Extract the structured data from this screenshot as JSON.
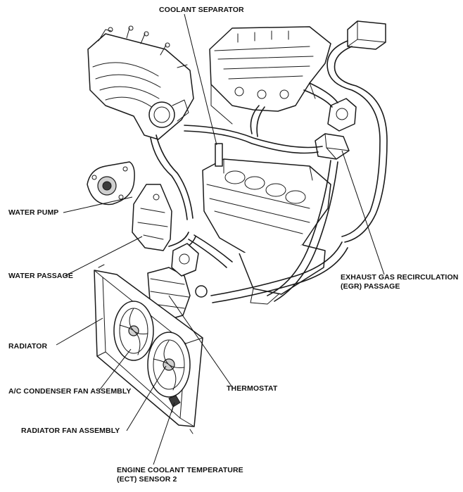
{
  "labels": {
    "coolant_separator": "COOLANT SEPARATOR",
    "water_pump": "WATER PUMP",
    "water_passage": "WATER PASSAGE",
    "radiator": "RADIATOR",
    "ac_condenser_fan": "A/C CONDENSER FAN ASSEMBLY",
    "thermostat": "THERMOSTAT",
    "radiator_fan": "RADIATOR FAN ASSEMBLY",
    "ect_sensor_line1": "ENGINE COOLANT TEMPERATURE",
    "ect_sensor_line2": "(ECT) SENSOR 2",
    "egr_line1": "EXHAUST GAS RECIRCULATION",
    "egr_line2": "(EGR) PASSAGE"
  },
  "colors": {
    "ink": "#1a1a1a",
    "background": "#ffffff"
  }
}
